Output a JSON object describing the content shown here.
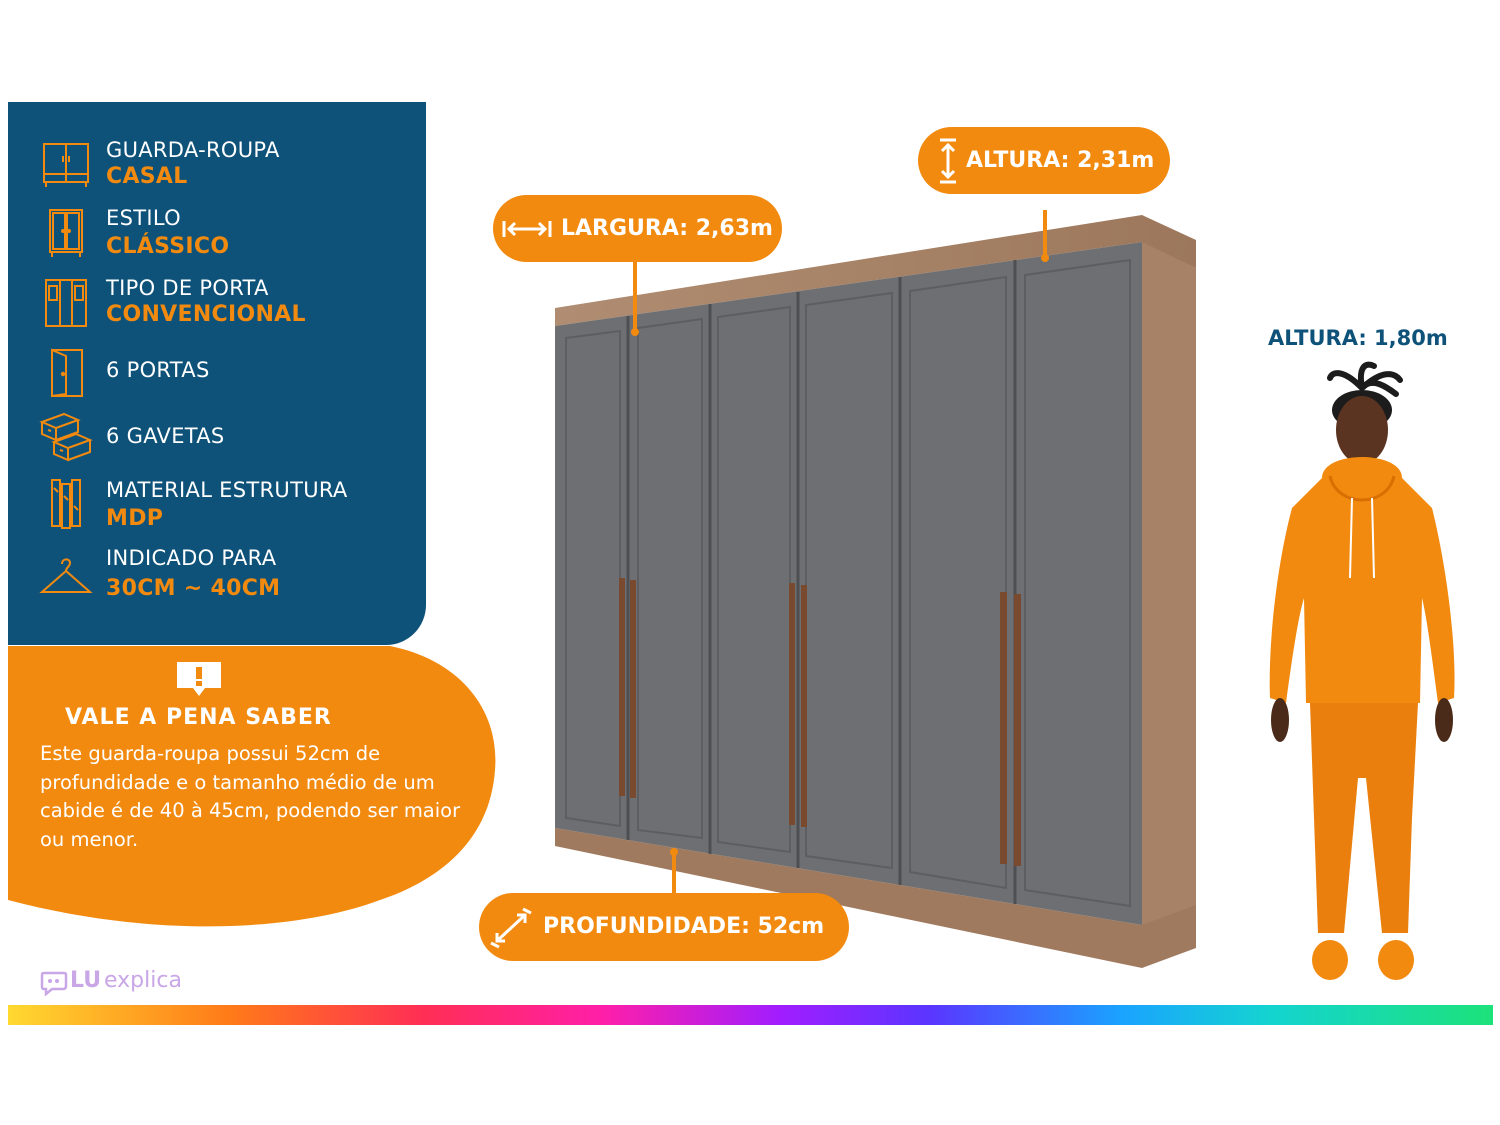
{
  "specs": [
    {
      "label": "GUARDA-ROUPA",
      "value": "CASAL",
      "icon": "wardrobe-icon"
    },
    {
      "label": "ESTILO",
      "value": "CLÁSSICO",
      "icon": "cabinet-icon"
    },
    {
      "label": "TIPO DE PORTA",
      "value": "CONVENCIONAL",
      "icon": "door-type-icon"
    },
    {
      "label": "6  PORTAS",
      "value": "",
      "icon": "door-icon"
    },
    {
      "label": "6 GAVETAS",
      "value": "",
      "icon": "drawers-icon"
    },
    {
      "label": "MATERIAL ESTRUTURA",
      "value": "MDP",
      "icon": "panels-icon"
    },
    {
      "label": "INDICADO PARA",
      "value": "30CM ~ 40CM",
      "icon": "hanger-icon"
    }
  ],
  "info": {
    "title": "VALE A PENA SABER",
    "text": "Este guarda-roupa possui 52cm de profundidade e o tamanho médio de um cabide é de 40 à 45cm, podendo ser maior ou menor.",
    "icon": "alert-icon"
  },
  "dimensions": {
    "width_label": "LARGURA: 2,63m",
    "height_label": "ALTURA: 2,31m",
    "depth_label": "PROFUNDIDADE: 52cm",
    "person_height_label": "ALTURA: 1,80m"
  },
  "brand": {
    "lu": "LU",
    "explica": "explica",
    "icon": "speech-bubble-icon"
  },
  "colors": {
    "panel_blue": "#0e5279",
    "accent_orange": "#f28a10",
    "door_gray": "#6d6f72",
    "wood": "#a78266"
  }
}
